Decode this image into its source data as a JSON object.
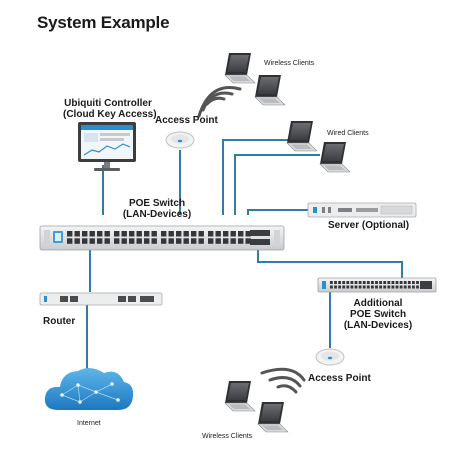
{
  "title": "System Example",
  "labels": {
    "controller_line1": "Ubiquiti Controller",
    "controller_line2": "(Cloud Key Access)",
    "access_point_top": "Access Point",
    "wireless_clients_top": "Wireless Clients",
    "wired_clients": "Wired Clients",
    "server": "Server (Optional)",
    "poe_switch_line1": "POE Switch",
    "poe_switch_line2": "(LAN-Devices)",
    "router": "Router",
    "internet": "Internet",
    "additional_line1": "Additional",
    "additional_line2": "POE Switch",
    "additional_line3": "(LAN-Devices)",
    "access_point_bottom": "Access Point",
    "wireless_clients_bottom": "Wireless Clients"
  },
  "colors": {
    "link": "#2e7fa3",
    "wave": "#555555",
    "device_body": "#e6e7e9",
    "cloud": "#2a8fd0"
  }
}
